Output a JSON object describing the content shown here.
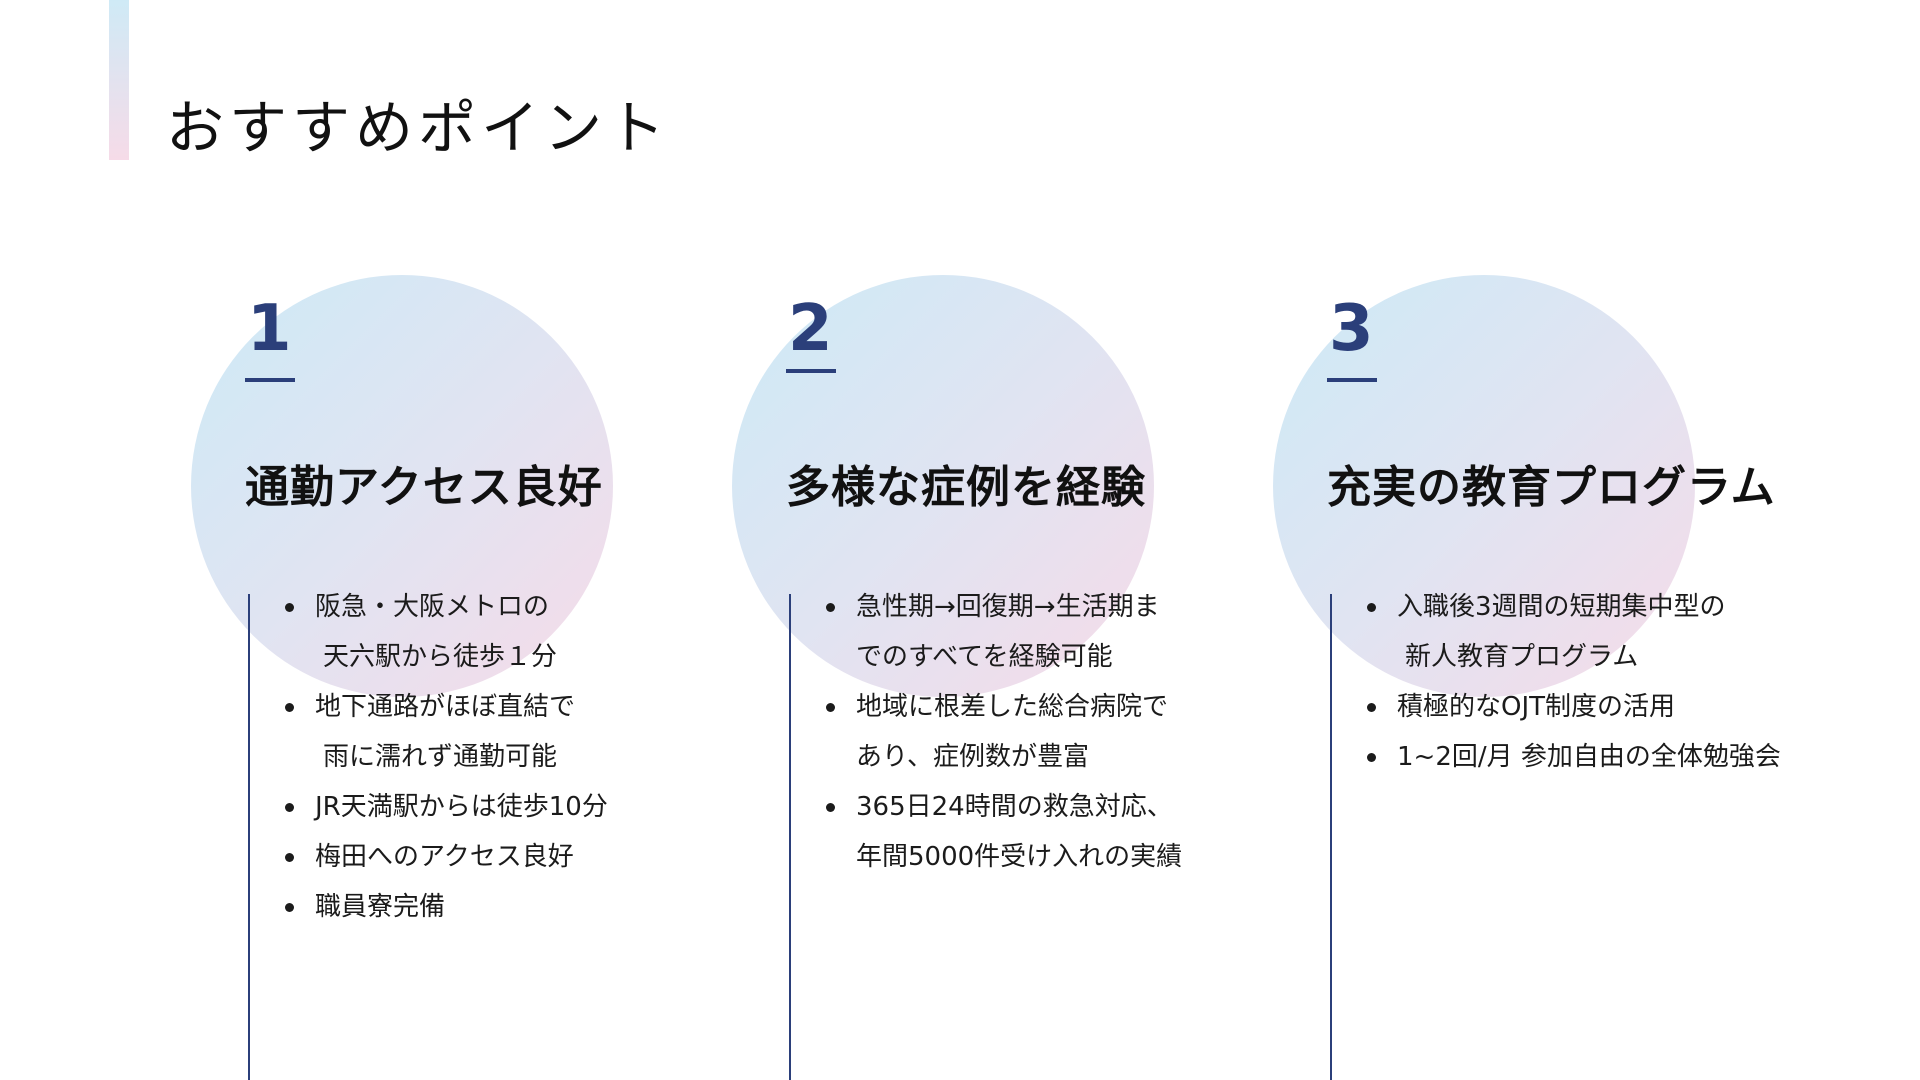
{
  "title": "おすすめポイント",
  "colors": {
    "accent": "#2b3f7a",
    "circle_start": "#cdeaf6",
    "circle_end": "#f6dbe8"
  },
  "columns": [
    {
      "number": "1",
      "heading": "通勤アクセス良好",
      "lines": [
        "阪急・大阪メトロの",
        "天六駅から徒歩１分",
        "地下通路がほぼ直結で",
        "雨に濡れず通勤可能",
        "JR天満駅からは徒歩10分",
        "梅田へのアクセス良好",
        "職員寮完備"
      ]
    },
    {
      "number": "2",
      "heading": "多様な症例を経験",
      "lines": [
        "急性期→回復期→生活期ま",
        "でのすべてを経験可能",
        "地域に根差した総合病院で",
        "あり、症例数が豊富",
        "365日24時間の救急対応、",
        "年間5000件受け入れの実績"
      ]
    },
    {
      "number": "3",
      "heading": "充実の教育プログラム",
      "lines": [
        "入職後3週間の短期集中型の",
        "新人教育プログラム",
        "積極的なOJT制度の活用",
        "1~2回/月  参加自由の全体勉強会"
      ]
    }
  ]
}
